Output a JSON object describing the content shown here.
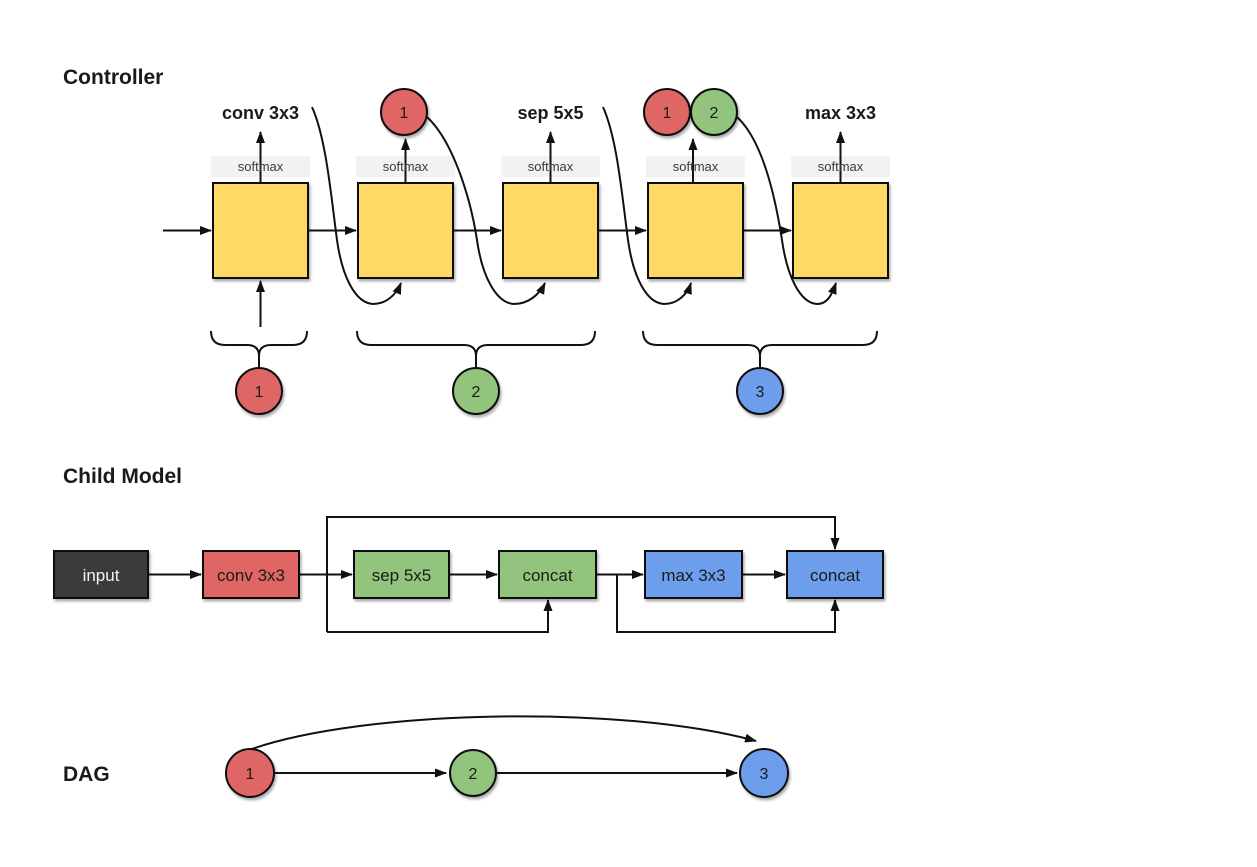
{
  "colors": {
    "yellow": "#FFD966",
    "red": "#E06666",
    "green": "#93C47D",
    "blue": "#6D9EEB",
    "dark": "#3B3B3B",
    "softmax_bg": "#F2F2F2"
  },
  "controller": {
    "title": "Controller",
    "softmax_label": "softmax",
    "predictions": {
      "op1": "conv 3x3",
      "node1": "1",
      "op2": "sep 5x5",
      "node2a": "1",
      "node2b": "2",
      "op3": "max 3x3"
    },
    "groups": [
      {
        "label": "1"
      },
      {
        "label": "2"
      },
      {
        "label": "3"
      }
    ]
  },
  "child_model": {
    "title": "Child Model",
    "nodes": [
      {
        "label": "input"
      },
      {
        "label": "conv 3x3"
      },
      {
        "label": "sep 5x5"
      },
      {
        "label": "concat"
      },
      {
        "label": "max 3x3"
      },
      {
        "label": "concat"
      }
    ]
  },
  "dag": {
    "title": "DAG",
    "nodes": [
      {
        "label": "1"
      },
      {
        "label": "2"
      },
      {
        "label": "3"
      }
    ]
  }
}
